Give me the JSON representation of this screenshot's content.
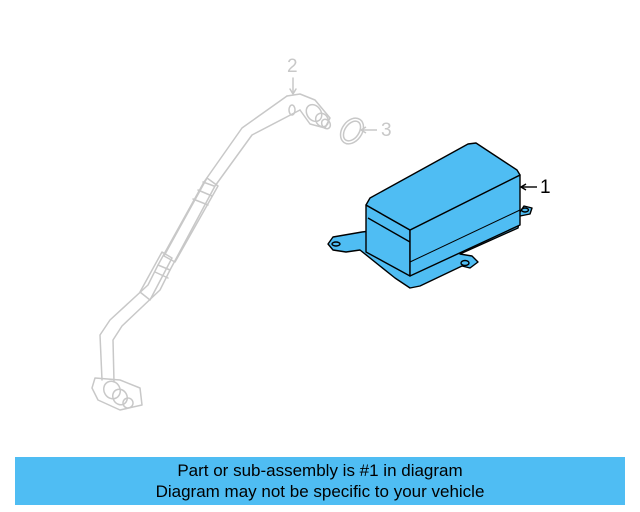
{
  "diagram": {
    "callouts": [
      {
        "number": "1",
        "part": "oil-cooler",
        "highlighted": true
      },
      {
        "number": "2",
        "part": "cooler-line",
        "highlighted": false
      },
      {
        "number": "3",
        "part": "o-ring-seal",
        "highlighted": false
      }
    ],
    "colors": {
      "highlight_fill": "#4fbdf3",
      "highlight_stroke": "#000000",
      "dim_stroke": "#c8c8c8",
      "banner_bg": "#4fbdf3"
    }
  },
  "banner": {
    "line1": "Part or sub-assembly is #1 in diagram",
    "line2": "Diagram may not be specific to your vehicle"
  }
}
